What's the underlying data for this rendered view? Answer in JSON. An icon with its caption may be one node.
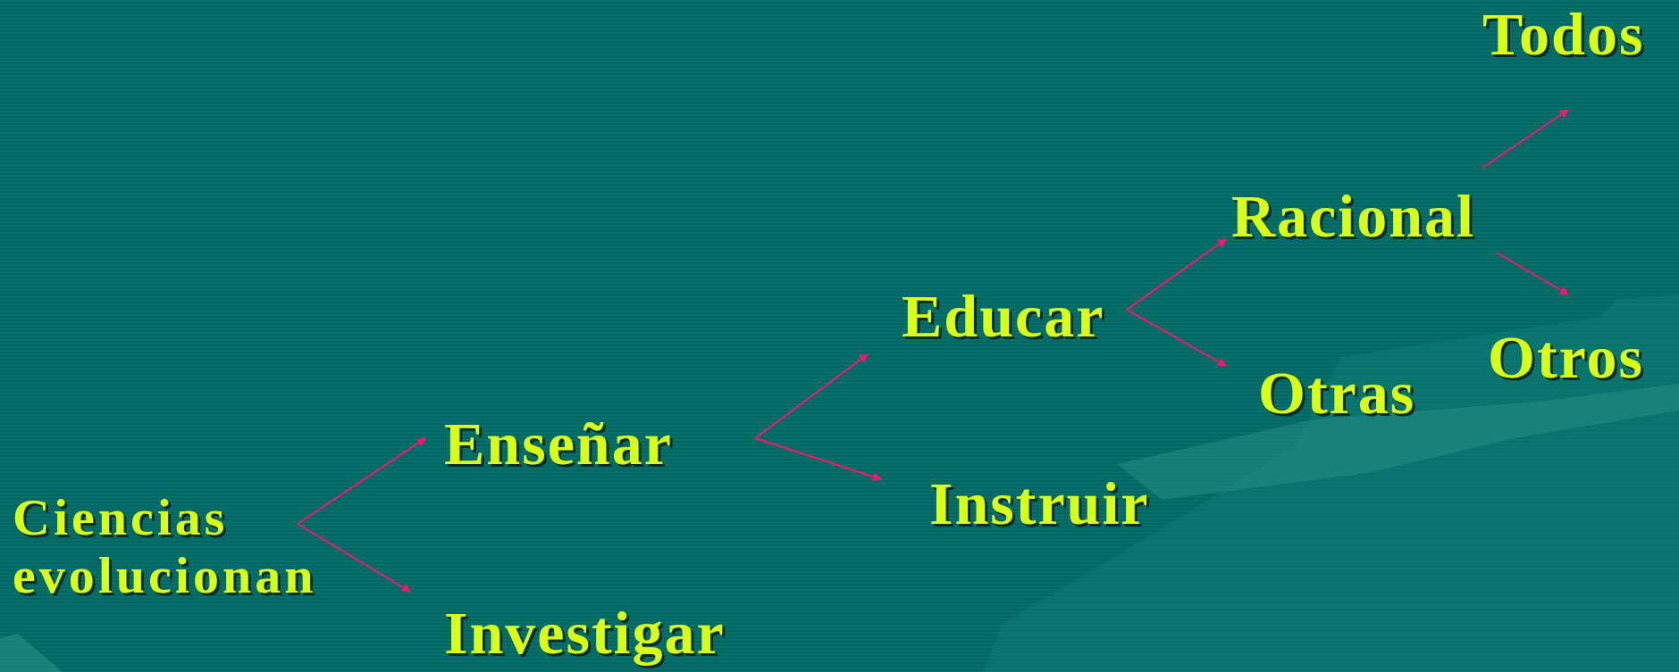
{
  "diagram": {
    "nodes": [
      {
        "text": [
          "Ciencias evolucionan"
        ]
      },
      {
        "text": [
          "Enseñar"
        ]
      },
      {
        "text": [
          "Investigar"
        ]
      },
      {
        "text": [
          "Educar"
        ]
      },
      {
        "text": [
          "Instruir"
        ]
      },
      {
        "text": [
          "Racional"
        ]
      },
      {
        "text": [
          "Otras"
        ]
      },
      {
        "text": [
          "Todos"
        ]
      },
      {
        "text": [
          "Otros"
        ]
      }
    ],
    "edges": [
      {
        "from": 0,
        "to": 1,
        "arrow": "to"
      },
      {
        "from": 0,
        "to": 2,
        "arrow": "to"
      },
      {
        "from": 1,
        "to": 3,
        "arrow": "to"
      },
      {
        "from": 1,
        "to": 4,
        "arrow": "to"
      },
      {
        "from": 3,
        "to": 5,
        "arrow": "to"
      },
      {
        "from": 3,
        "to": 6,
        "arrow": "to"
      },
      {
        "from": 5,
        "to": 7,
        "arrow": "to"
      },
      {
        "from": 5,
        "to": 8,
        "arrow": "to"
      }
    ]
  }
}
